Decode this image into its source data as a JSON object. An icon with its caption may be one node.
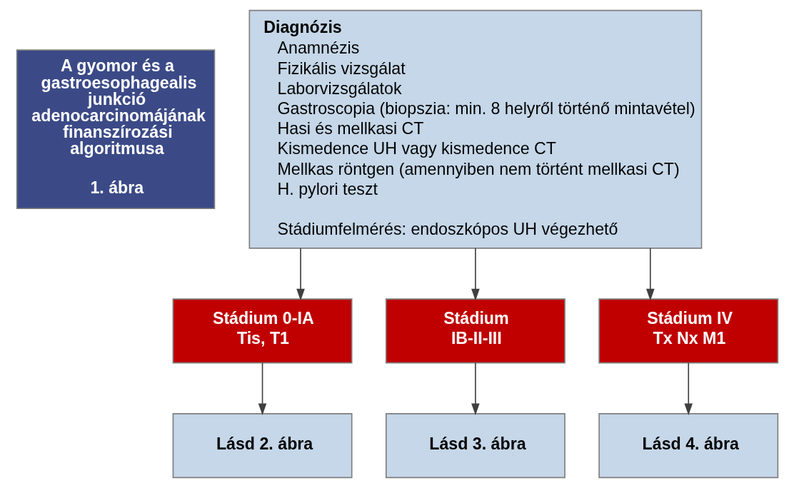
{
  "diagram": {
    "nodes": [
      {
        "text": [
          "A gyomor és a gastroesophagealis junkció adenocarcinomájának finanszírozási algoritmusa",
          "1. ábra"
        ]
      },
      {
        "text": [
          "Diagnózis",
          "Anamnézis",
          "Fizikális vizsgálat",
          "Laborvizsgálatok",
          "Gastroscopia (biopszia: min. 8 helyről történő mintavétel)",
          "Hasi és mellkasi CT",
          "Kismedence UH vagy kismedence CT",
          "Mellkas röntgen (amennyiben nem történt mellkasi CT)",
          "H. pylori teszt",
          "Stádiumfelmérés: endoszkópos UH végezhető"
        ]
      },
      {
        "text": [
          "Stádium 0-IA",
          "Tis, T1"
        ]
      },
      {
        "text": [
          "Stádium",
          "IB-II-III"
        ]
      },
      {
        "text": [
          "Stádium IV",
          "Tx Nx M1"
        ]
      },
      {
        "text": [
          "Lásd 2. ábra"
        ]
      },
      {
        "text": [
          "Lásd 3. ábra"
        ]
      },
      {
        "text": [
          "Lásd 4. ábra"
        ]
      }
    ],
    "edges": [
      {
        "from": 1,
        "to": 2,
        "arrow": "to"
      },
      {
        "from": 1,
        "to": 3,
        "arrow": "to"
      },
      {
        "from": 1,
        "to": 4,
        "arrow": "to"
      },
      {
        "from": 2,
        "to": 5,
        "arrow": "to"
      },
      {
        "from": 3,
        "to": 6,
        "arrow": "to"
      },
      {
        "from": 4,
        "to": 7,
        "arrow": "to"
      }
    ]
  }
}
